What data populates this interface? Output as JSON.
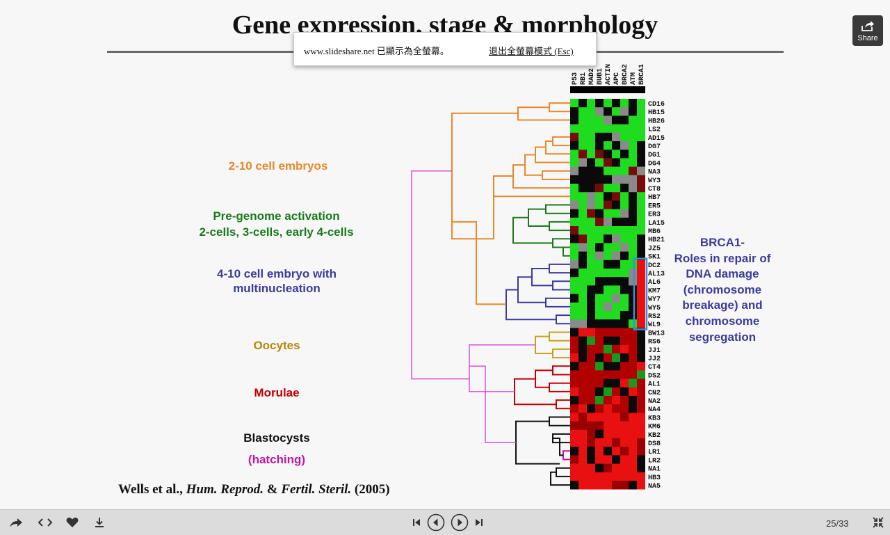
{
  "slide": {
    "title": "Gene expression, stage & morphology",
    "groups": [
      {
        "text": "2-10 cell embryos",
        "color": "#e8892b"
      },
      {
        "text": "Pre-genome activation",
        "color": "#1a7a1a"
      },
      {
        "text": "2-cells, 3-cells, early 4-cells",
        "color": "#1a7a1a"
      },
      {
        "text": "4-10 cell embryo with",
        "color": "#3b3b9b"
      },
      {
        "text": "multinucleation",
        "color": "#3b3b9b"
      },
      {
        "text": "Oocytes",
        "color": "#b8860b"
      },
      {
        "text": "Morulae",
        "color": "#c00000"
      },
      {
        "text": "Blastocysts",
        "color": "#111111"
      },
      {
        "text": "(hatching)",
        "color": "#c0199f"
      }
    ],
    "brca_note": [
      "BRCA1-",
      "Roles in repair of",
      "DNA damage",
      "(chromosome",
      "breakage) and",
      "chromosome",
      "segregation"
    ],
    "citation": {
      "authors": "Wells et al., ",
      "journal": "Hum. Reprod.",
      "amp": " & ",
      "journal2": "Fertil. Steril.",
      "year": " (2005)"
    },
    "genes": [
      "P53",
      "RB1",
      "MAD2",
      "BUB1",
      "ACTIN",
      "APC",
      "BRCA2",
      "ATM",
      "BRCA1"
    ],
    "samples": [
      "CD16",
      "HB15",
      "HB26",
      "LS2",
      "AD15",
      "DG7",
      "DG1",
      "DG4",
      "NA3",
      "WY3",
      "CT8",
      "HB7",
      "ER5",
      "ER3",
      "LA15",
      "MB6",
      "HB21",
      "JZ5",
      "SK1",
      "DC2",
      "AL13",
      "AL6",
      "KM7",
      "WY7",
      "WY5",
      "RS2",
      "WL9",
      "BW13",
      "RS6",
      "JJ1",
      "JJ2",
      "CT4",
      "DS2",
      "AL1",
      "CN2",
      "NA2",
      "NA4",
      "KB3",
      "KM6",
      "KB2",
      "DS8",
      "LR1",
      "LR2",
      "NA1",
      "HB3",
      "NA5"
    ]
  },
  "toast": {
    "message": "www.slideshare.net 已顯示為全螢幕。",
    "exit_label": "退出全螢幕模式 (Esc)"
  },
  "share": {
    "label": "Share",
    "icon": "share-icon"
  },
  "toolbar": {
    "counter": "25/33"
  },
  "colors": {
    "green": "#1fdc1f",
    "red": "#e81010",
    "grey": "#8a8a8a",
    "black": "#0a0a0a",
    "highlight": "#3a8fd9"
  }
}
